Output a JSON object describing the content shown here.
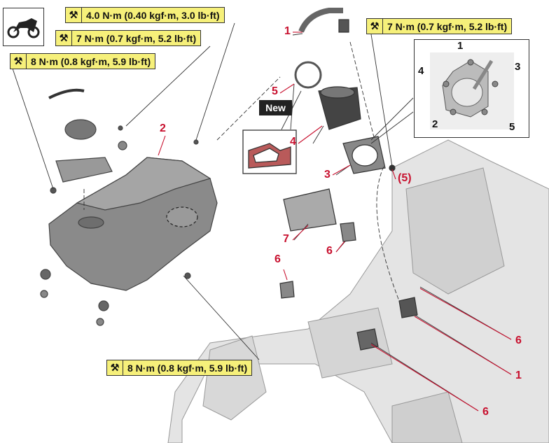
{
  "torque_specs": [
    {
      "label": "4.0 N·m (0.40 kgf·m, 3.0 lb·ft)"
    },
    {
      "label": "7 N·m (0.7 kgf·m, 5.2 lb·ft)"
    },
    {
      "label": "8 N·m (0.8 kgf·m, 5.9 lb·ft)"
    },
    {
      "label": "7 N·m (0.7 kgf·m, 5.2 lb·ft)"
    },
    {
      "label": "8 N·m (0.8 kgf·m, 5.9 lb·ft)"
    }
  ],
  "callouts": [
    "1",
    "2",
    "5",
    "4",
    "3",
    "(5)",
    "7",
    "6",
    "6",
    "6",
    "1",
    "6"
  ],
  "new_badge": "New",
  "inset_numbers": [
    "1",
    "2",
    "3",
    "4",
    "5"
  ],
  "icons": {
    "torque": "torque-wrench-icon",
    "vehicle": "motorcycle-icon"
  },
  "colors": {
    "torque_bg": "#f6f07a",
    "callout": "#c8102e",
    "part_gray": "#bdbdbd"
  }
}
